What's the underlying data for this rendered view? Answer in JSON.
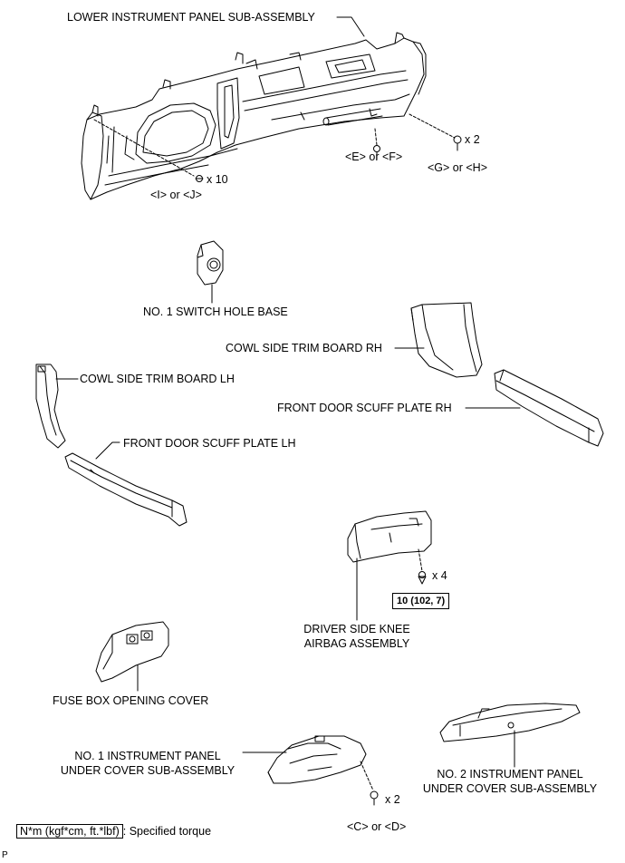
{
  "parts": {
    "lower_panel": "LOWER INSTRUMENT PANEL SUB-ASSEMBLY",
    "switch_hole_base": "NO. 1 SWITCH HOLE BASE",
    "cowl_rh": "COWL SIDE TRIM BOARD RH",
    "cowl_lh": "COWL SIDE TRIM BOARD LH",
    "scuff_rh": "FRONT DOOR SCUFF PLATE RH",
    "scuff_lh": "FRONT DOOR SCUFF PLATE LH",
    "knee_airbag_l1": "DRIVER SIDE KNEE",
    "knee_airbag_l2": "AIRBAG ASSEMBLY",
    "fuse_cover": "FUSE BOX OPENING COVER",
    "under1_l1": "NO. 1 INSTRUMENT PANEL",
    "under1_l2": "UNDER COVER SUB-ASSEMBLY",
    "under2_l1": "NO. 2 INSTRUMENT PANEL",
    "under2_l2": "UNDER COVER SUB-ASSEMBLY"
  },
  "fasteners": {
    "x2_gh": "x 2",
    "ef": "<E> or <F>",
    "gh": "<G> or <H>",
    "x10": "x 10",
    "ij": "<I> or <J>",
    "x4": "x 4",
    "torque": "10 (102, 7)",
    "x2_cd": "x 2",
    "cd": "<C> or <D>"
  },
  "legend": {
    "unit": "N*m (kgf*cm, ft.*lbf)",
    "text": ": Specified torque"
  },
  "corner_mark": "P"
}
